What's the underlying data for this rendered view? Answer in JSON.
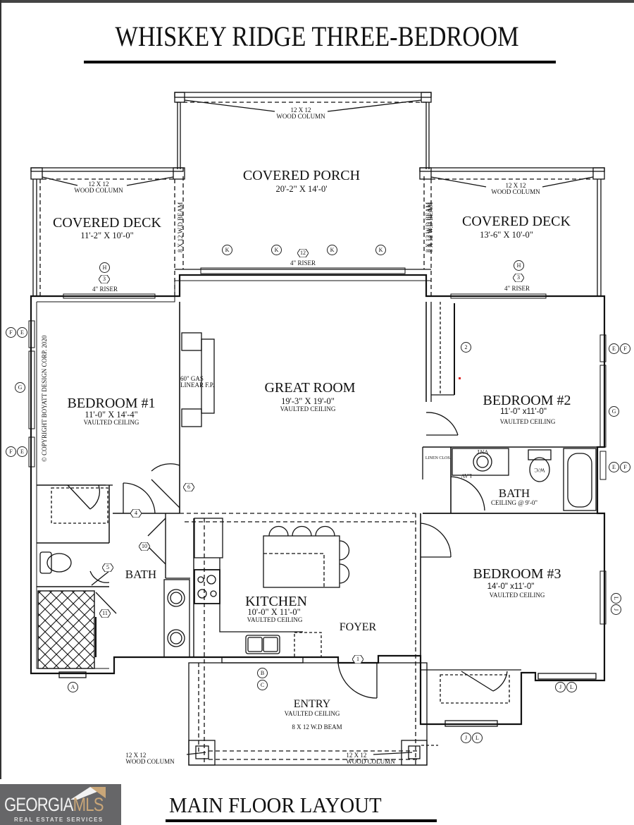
{
  "document": {
    "title": "WHISKEY RIDGE THREE-BEDROOM",
    "footer_title": "MAIN FLOOR LAYOUT",
    "copyright": "© COPYRIGHT BOYATT DESIGN CORP. 2020"
  },
  "logo": {
    "brand_primary": "GEORGIA",
    "brand_accent": "MLS",
    "tagline": "REAL ESTATE SERVICES",
    "background": "#666668",
    "accent_color": "#c9a678"
  },
  "rooms": {
    "covered_porch": {
      "name": "COVERED PORCH",
      "size": "20'-2\" X 14'-0'"
    },
    "covered_deck_left": {
      "name": "COVERED DECK",
      "size": "11'-2\" X 10'-0\""
    },
    "covered_deck_right": {
      "name": "COVERED DECK",
      "size": "13'-6\" X 10'-0\""
    },
    "bedroom1": {
      "name": "BEDROOM #1",
      "size": "11'-0\" X 14'-4\"",
      "ceiling": "VAULTED CEILING"
    },
    "great_room": {
      "name": "GREAT ROOM",
      "size": "19'-3\" X 19'-0\"",
      "ceiling": "VAULTED CEILING"
    },
    "bedroom2": {
      "name": "BEDROOM #2",
      "size": "11'-0\" x11'-0\"",
      "ceiling": "VAULTED CEILING"
    },
    "bath_right": {
      "name": "BATH",
      "ceiling": "CEILING @ 9'-0\""
    },
    "bath_left": {
      "name": "BATH"
    },
    "kitchen": {
      "name": "KITCHEN",
      "size": "10'-0\" X 11'-0\"",
      "ceiling": "VAULTED CEILING"
    },
    "foyer": {
      "name": "FOYER"
    },
    "bedroom3": {
      "name": "BEDROOM #3",
      "size": "14'-0\" x11'-0\"",
      "ceiling": "VAULTED CEILING"
    },
    "entry": {
      "name": "ENTRY",
      "ceiling": "VAULTED CEILING",
      "beam": "8 X 12 W.D BEAM"
    }
  },
  "notes": {
    "wood_column_l1": "12 X 12",
    "wood_column_l2": "WOOD COLUMN",
    "beam_vertical": "8 X 12 W.D BEAM",
    "riser": "4\" RISER",
    "fireplace_l1": "60\" GAS",
    "fireplace_l2": "LINEAR F.P.",
    "linen_closet": "LINEN CLOS.",
    "lav": "LAV",
    "vanity": "VNT",
    "wc": "W/C"
  },
  "window_tags": {
    "left_top": [
      "F",
      "E"
    ],
    "left_mid": "G",
    "left_bottom": [
      "F",
      "E"
    ],
    "right_top": [
      "E",
      "F"
    ],
    "right_mid": "G",
    "right_bath": [
      "E",
      "F"
    ],
    "right_bed3": [
      "L",
      "J"
    ],
    "bed3_bottom": [
      "J",
      "L"
    ],
    "bed3_closet": [
      "J",
      "L"
    ],
    "bath_bottom": "A",
    "kitchen_sink": [
      "B",
      "C"
    ],
    "porch": [
      "K",
      "K",
      "K",
      "K"
    ],
    "deck_left": "H",
    "deck_right": "H"
  },
  "door_tags": {
    "porch": "12",
    "deck_left": "3",
    "deck_right": "3",
    "bed2_closet": "2",
    "great_room": "6",
    "bath_door": "4",
    "wc_door": "5",
    "linen": "10",
    "shower": "11",
    "front": "1"
  }
}
